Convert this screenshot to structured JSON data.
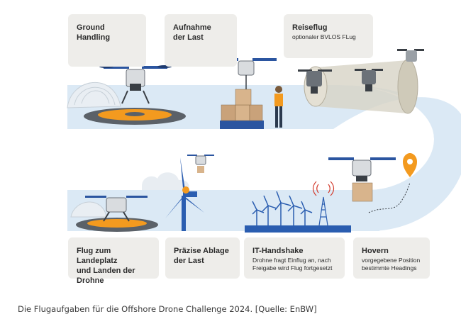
{
  "steps": [
    {
      "title": "Ground\nHandling",
      "subtitle": ""
    },
    {
      "title": "Aufnahme\nder Last",
      "subtitle": ""
    },
    {
      "title": "Reiseflug",
      "subtitle": "optionaler BVLOS FLug"
    },
    {
      "title": "Flug zum Landeplatz\nund Landen der Drohne",
      "subtitle": ""
    },
    {
      "title": "Präzise Ablage\nder Last",
      "subtitle": ""
    },
    {
      "title": "IT-Handshake",
      "subtitle": "Drohne fragt Einflug an, nach\nFreigabe wird Flug fortgesetzt"
    },
    {
      "title": "Hovern",
      "subtitle": "vorgegebene Position\nbestimmte Headings"
    }
  ],
  "caption": "Die Flugaufgaben für die Offshore Drone Challenge 2024. [Quelle: EnBW]",
  "colors": {
    "path": "#dbe9f5",
    "card": "#eeedea",
    "accent": "#f39a1f",
    "drone_arm": "#2b55a0",
    "dark": "#1e3a6e",
    "turbine": "#2a5db0"
  }
}
